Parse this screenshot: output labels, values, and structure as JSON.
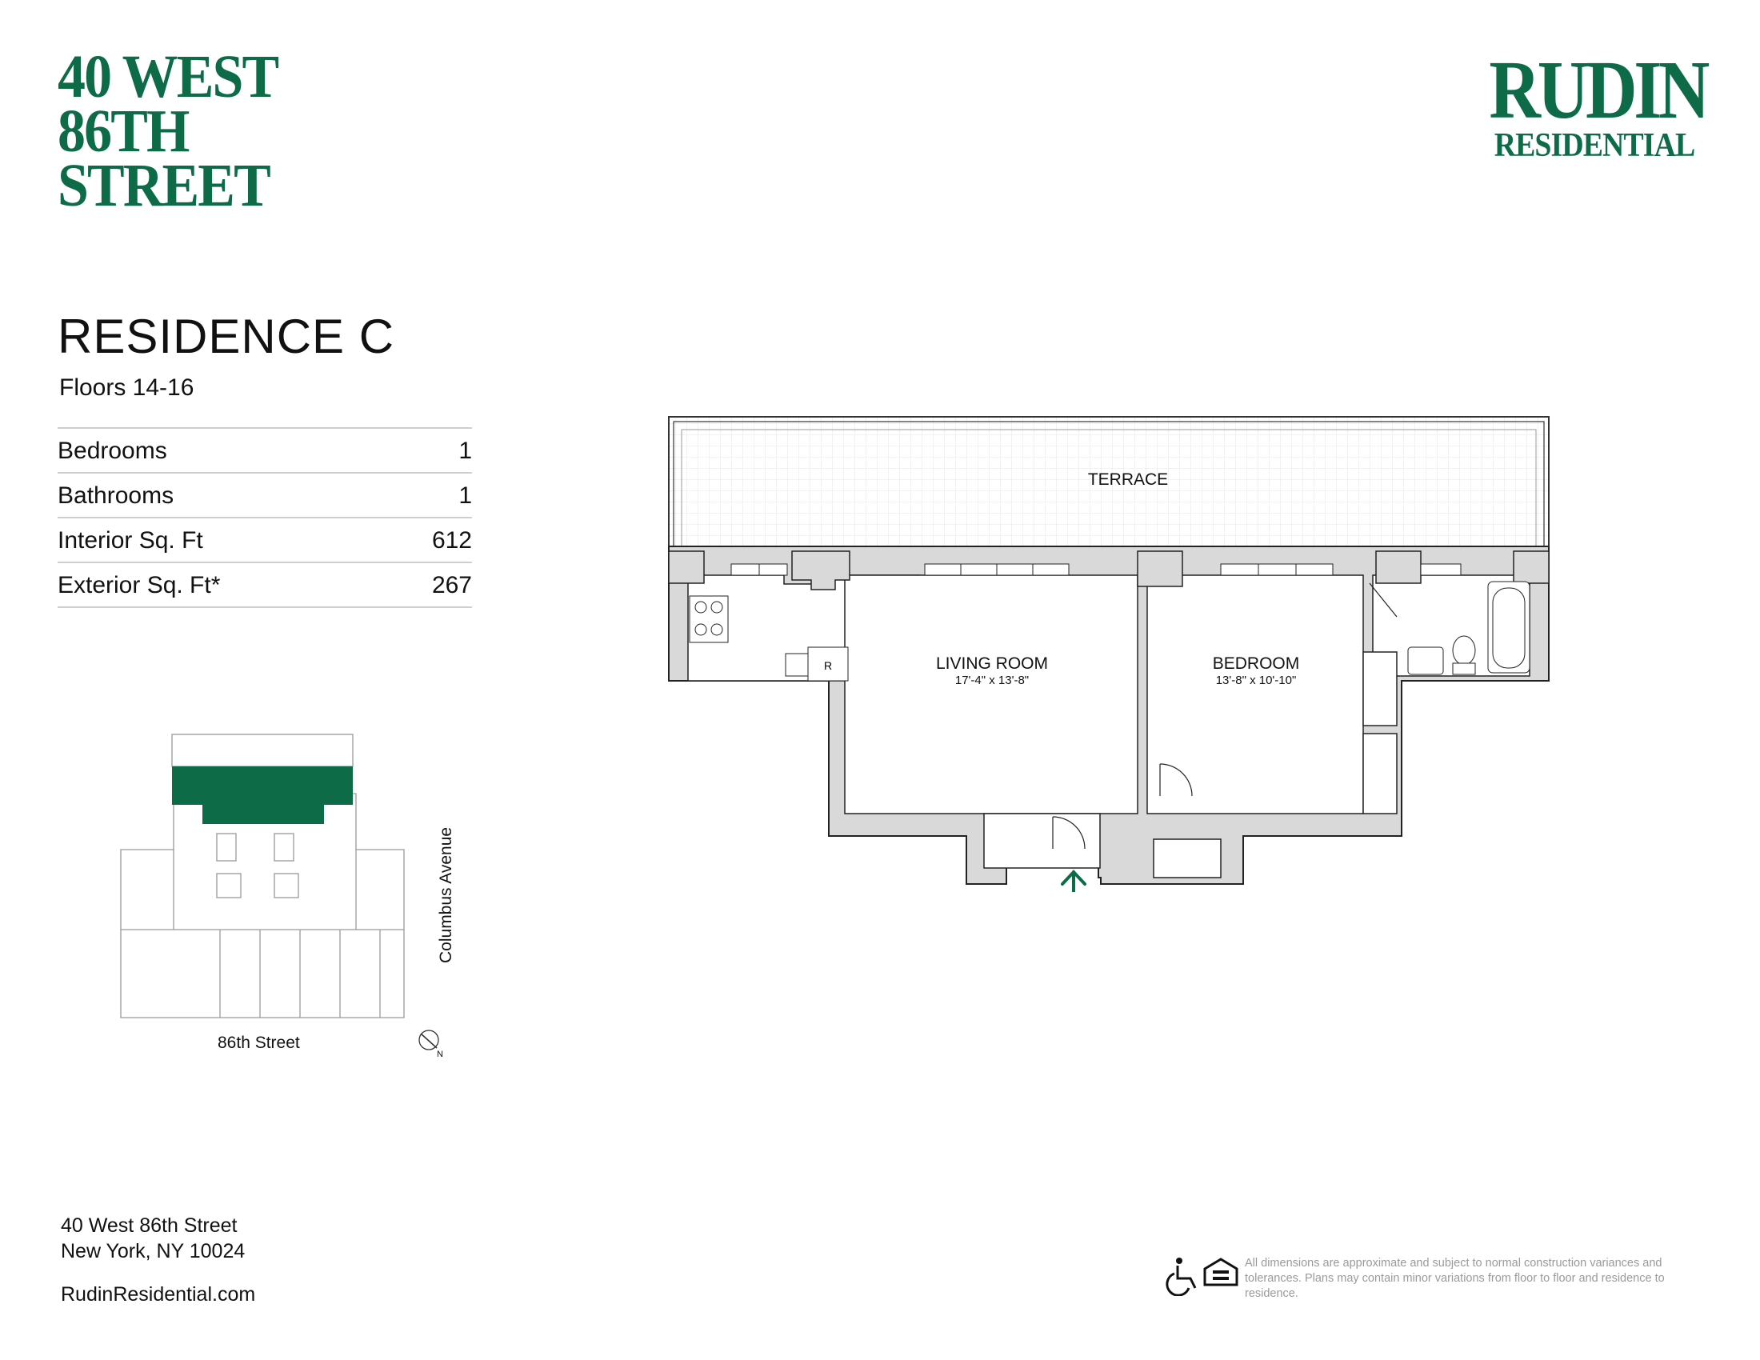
{
  "building": {
    "logo_lines": [
      "40 WEST",
      "86TH",
      "STREET"
    ]
  },
  "brand": {
    "line1": "RUDIN",
    "line2": "RESIDENTIAL"
  },
  "residence": {
    "title": "RESIDENCE C",
    "floors": "Floors 14-16"
  },
  "specs": [
    {
      "label": "Bedrooms",
      "value": "1"
    },
    {
      "label": "Bathrooms",
      "value": "1"
    },
    {
      "label": "Interior Sq. Ft",
      "value": "612"
    },
    {
      "label": "Exterior Sq. Ft*",
      "value": "267"
    }
  ],
  "plan": {
    "terrace": "TERRACE",
    "living_room": {
      "name": "LIVING ROOM",
      "dims": "17'-4\" x 13'-8\""
    },
    "bedroom": {
      "name": "BEDROOM",
      "dims": "13'-8\" x 10'-10\""
    },
    "fridge": "R",
    "accent_color": "#0d6b47",
    "wall_fill": "#d9d9d9"
  },
  "key_plan": {
    "street": "86th Street",
    "avenue": "Columbus Avenue",
    "north": "N",
    "highlight_color": "#0d6b47"
  },
  "contact": {
    "address_line1": "40 West 86th Street",
    "address_line2": "New York, NY 10024",
    "website": "RudinResidential.com"
  },
  "disclaimer": "All dimensions are approximate and subject to normal construction variances and tolerances. Plans may contain minor variations from floor to floor and residence to residence.",
  "icons": [
    "accessibility-icon",
    "equal-housing-opportunity-icon"
  ]
}
